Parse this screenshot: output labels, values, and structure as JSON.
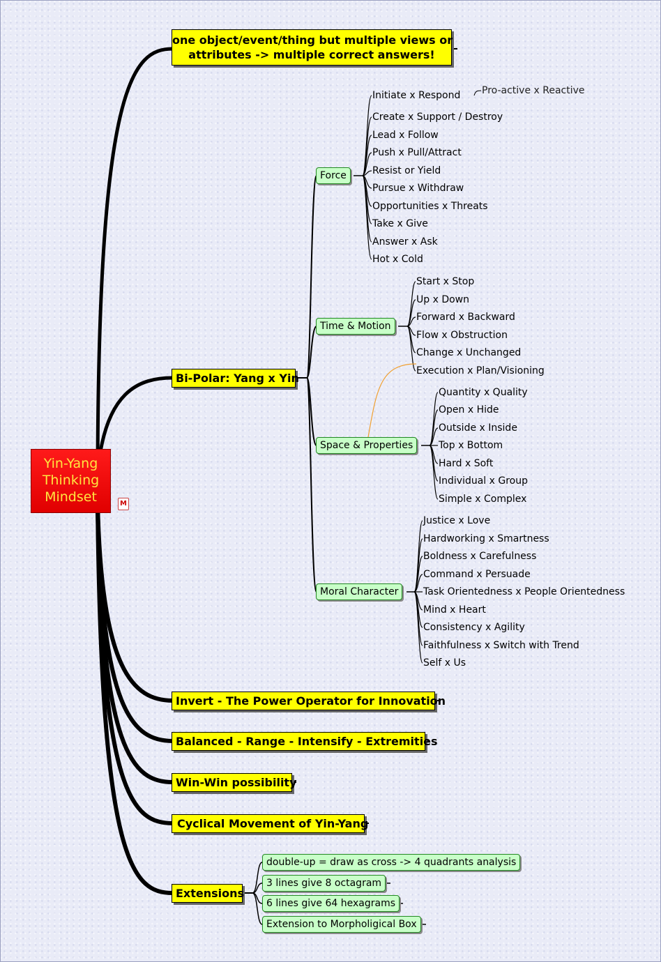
{
  "root": {
    "line1": "Yin-Yang",
    "line2": "Thinking",
    "line3": "Mindset"
  },
  "main_topics": {
    "one_object": {
      "line1": "one object/event/thing but multiple views or",
      "line2": "attributes -> multiple correct answers!"
    },
    "bipolar": "Bi-Polar: Yang x Yin",
    "invert": "Invert - The Power Operator for Innovation",
    "balanced": "Balanced - Range - Intensify - Extremities",
    "winwin": "Win-Win possibility",
    "cyclical": "Cyclical Movement of Yin-Yang",
    "extensions": "Extensions"
  },
  "subtopics": {
    "force": "Force",
    "time_motion": "Time & Motion",
    "space_properties": "Space & Properties",
    "moral_character": "Moral Character"
  },
  "force_items": [
    "Initiate x Respond",
    "Create x Support / Destroy",
    "Lead x Follow",
    "Push x Pull/Attract",
    "Resist or Yield",
    "Pursue x Withdraw",
    "Opportunities x Threats",
    "Take x Give",
    "Answer x Ask",
    "Hot x Cold"
  ],
  "force_note": "Pro-active x Reactive",
  "time_items": [
    "Start x Stop",
    "Up x Down",
    "Forward x Backward",
    "Flow x Obstruction",
    "Change x Unchanged",
    "Execution x Plan/Visioning"
  ],
  "space_items": [
    "Quantity x Quality",
    "Open x Hide",
    "Outside x Inside",
    "Top x Bottom",
    "Hard x Soft",
    "Individual x Group",
    "Simple x Complex"
  ],
  "moral_items": [
    "Justice x Love",
    "Hardworking x Smartness",
    "Boldness x Carefulness",
    "Command x  Persuade",
    "Task Orientedness x People Orientedness",
    "Mind x Heart",
    "Consistency x Agility",
    "Faithfulness x Switch with Trend",
    "Self x Us"
  ],
  "extension_items": [
    "double-up = draw as cross -> 4 quadrants analysis",
    "3 lines give  8 octagram",
    "6 lines give 64 hexagrams",
    "Extension to Morpholigical Box"
  ],
  "colors": {
    "root_bg": "#ff0000",
    "root_text": "#ffe640",
    "main_bg": "#ffff00",
    "sub_bg": "#c8ffc8",
    "relation": "#f0a030"
  },
  "icons": {
    "map_marker": "mindmap-icon",
    "note_link": "link-icon"
  }
}
